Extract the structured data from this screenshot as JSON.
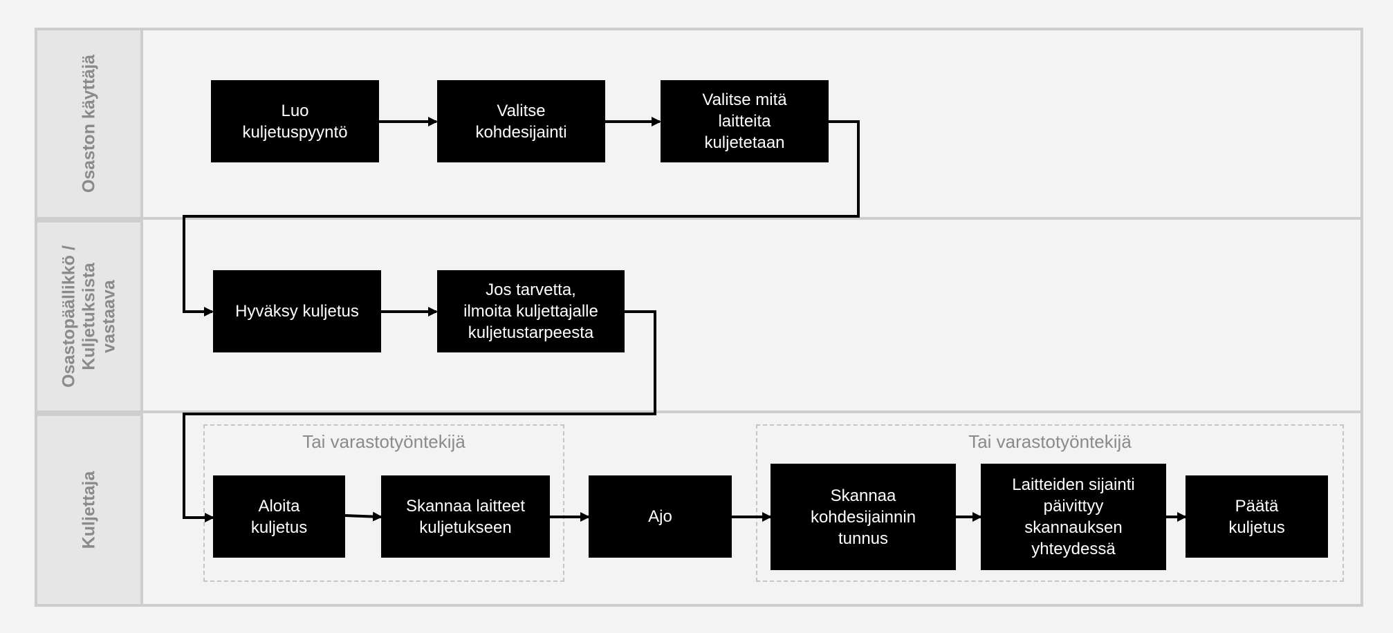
{
  "lanes": [
    {
      "title": "Osaston käyttäjä"
    },
    {
      "title": "Osastopäällikkö /\nKuljetuksista\nvastaava"
    },
    {
      "title": "Kuljettaja"
    }
  ],
  "groups": [
    {
      "label": "Tai varastotyöntekijä"
    },
    {
      "label": "Tai varastotyöntekijä"
    }
  ],
  "nodes": [
    {
      "label": "Luo\nkuljetuspyyntö"
    },
    {
      "label": "Valitse\nkohdesijainti"
    },
    {
      "label": "Valitse mitä\nlaitteita\nkuljetetaan"
    },
    {
      "label": "Hyväksy kuljetus"
    },
    {
      "label": "Jos tarvetta,\nilmoita kuljettajalle\nkuljetustarpeesta"
    },
    {
      "label": "Aloita\nkuljetus"
    },
    {
      "label": "Skannaa laitteet\nkuljetukseen"
    },
    {
      "label": "Ajo"
    },
    {
      "label": "Skannaa\nkohdesijainnin\ntunnus"
    },
    {
      "label": "Laitteiden sijainti\npäivittyy\nskannauksen\nyhteydessä"
    },
    {
      "label": "Päätä\nkuljetus"
    }
  ],
  "colors": {
    "node": "#000000",
    "node_text": "#ffffff",
    "lane_border": "#cdcdcd",
    "label_gray": "#8a8a8a"
  }
}
